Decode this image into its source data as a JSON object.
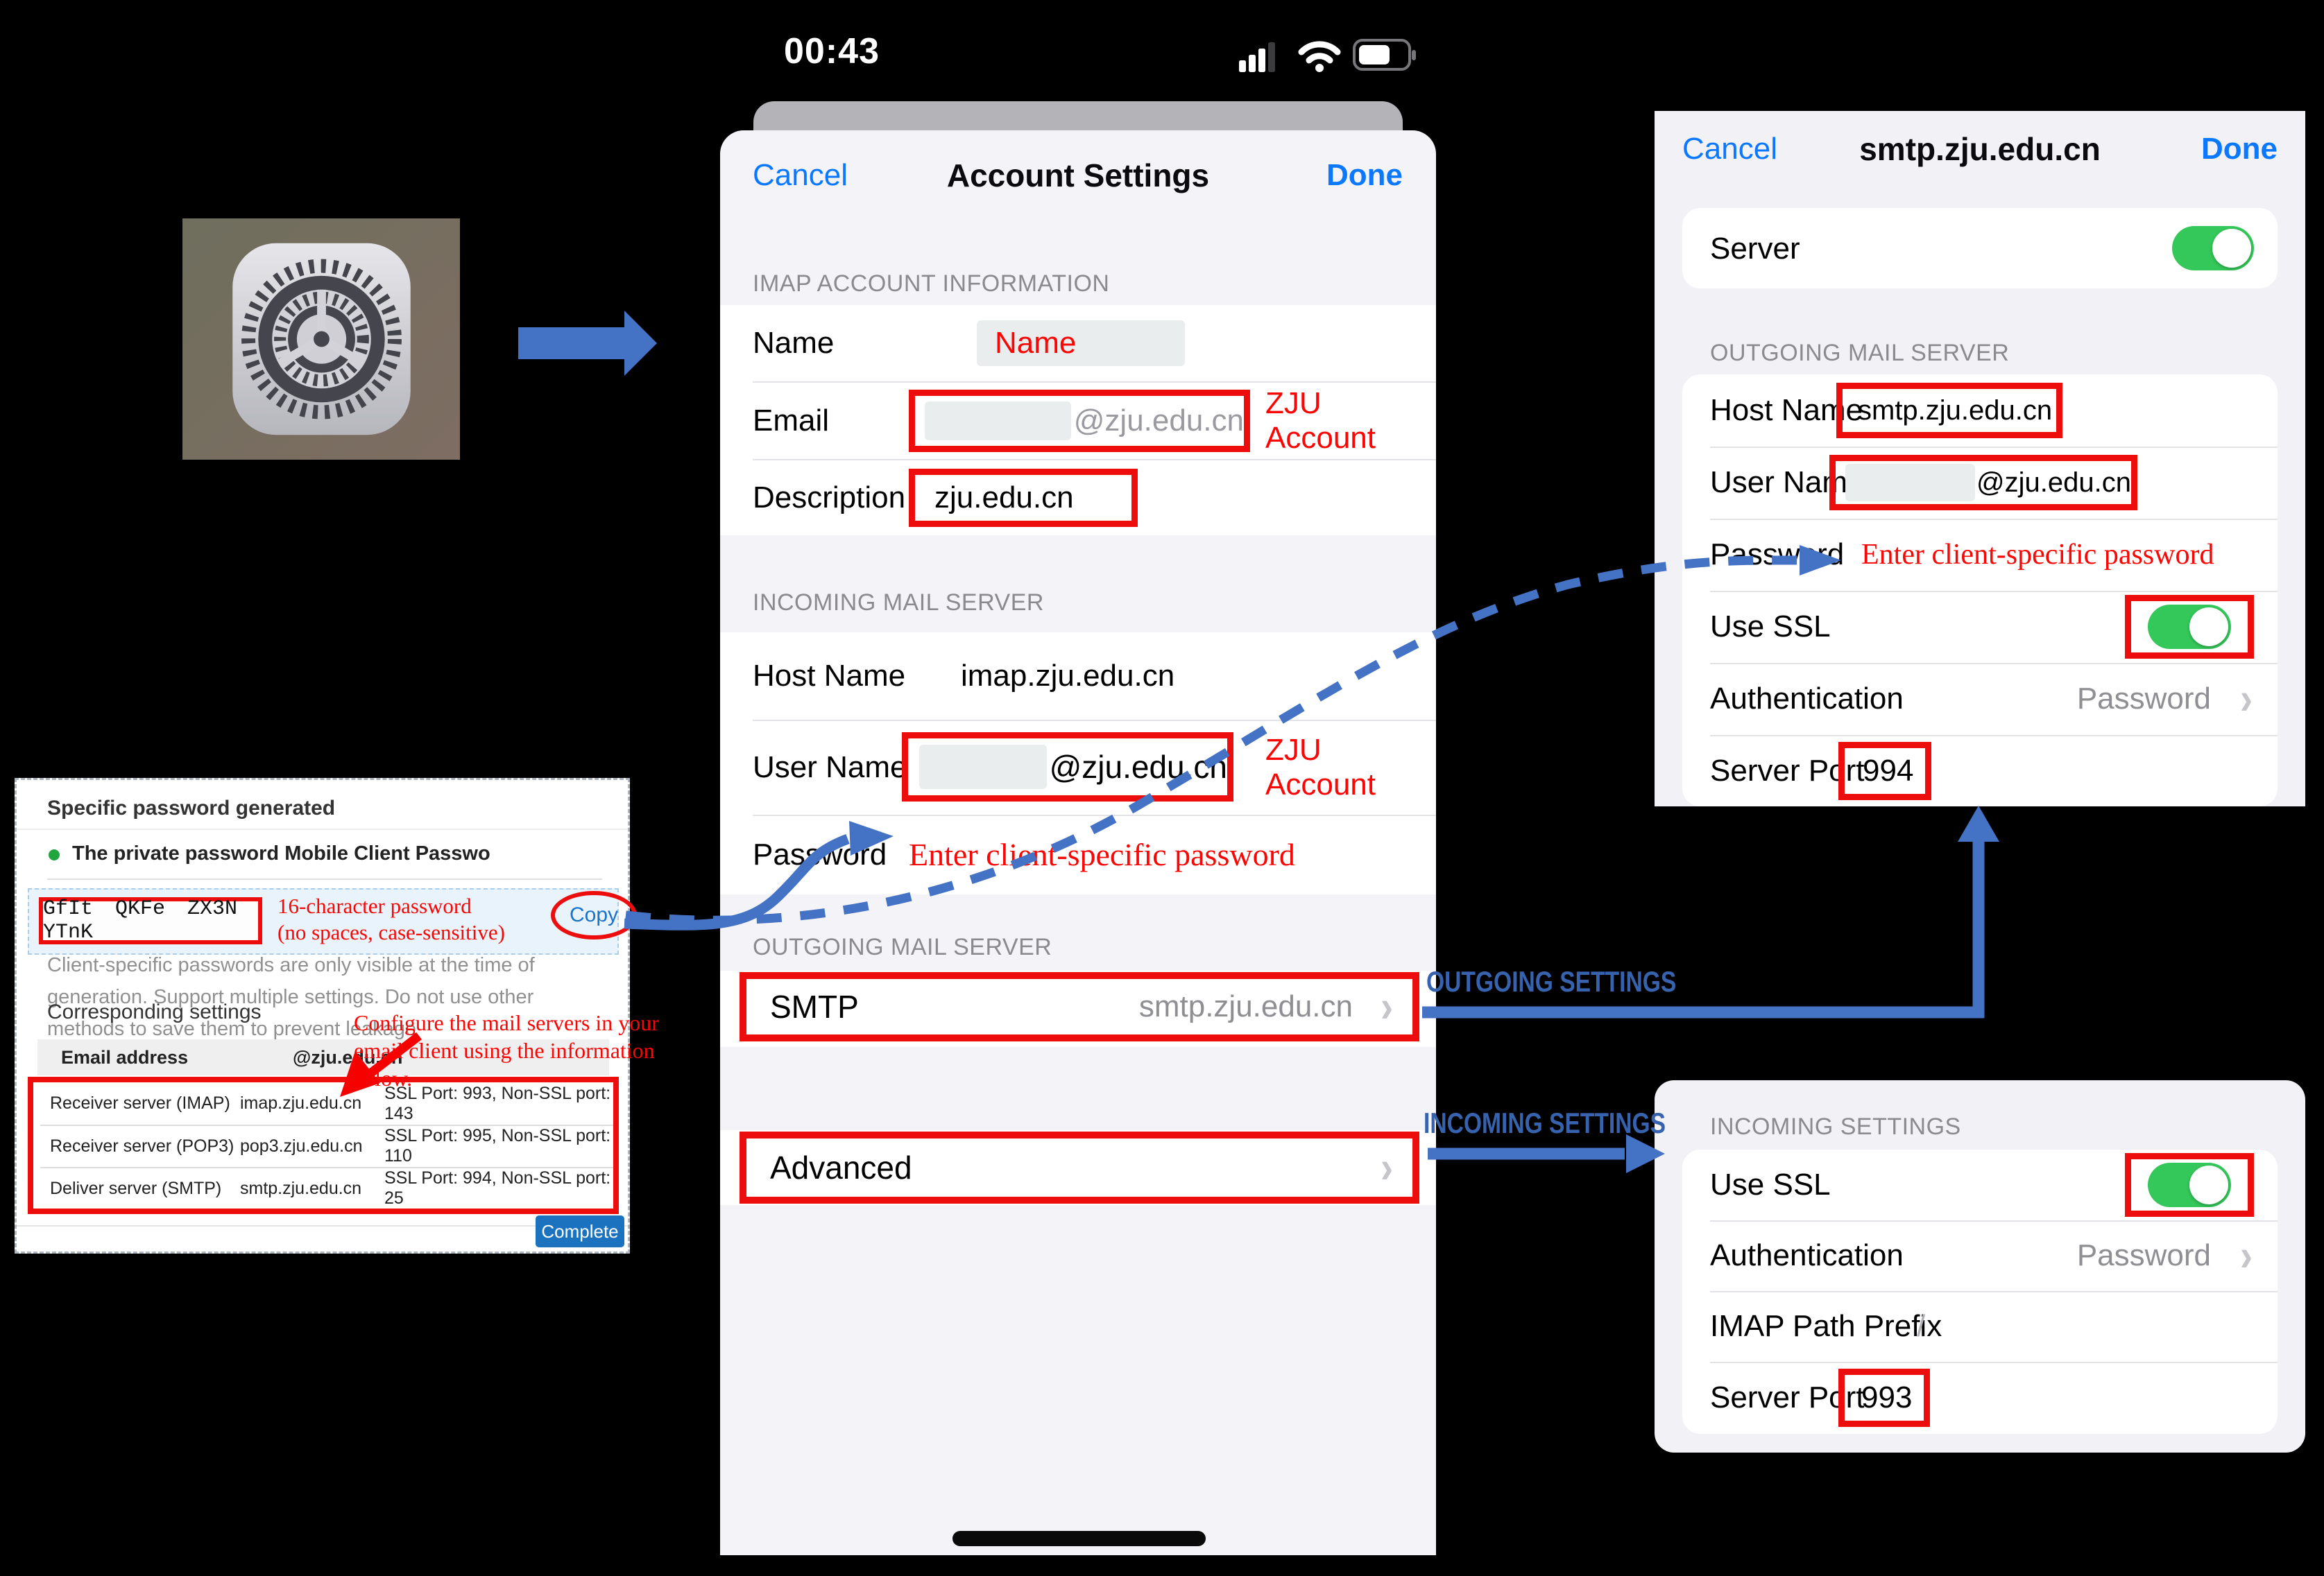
{
  "colors": {
    "accent_blue": "#0b79ff",
    "annotation_red": "#fb0505",
    "arrow_blue": "#4472c4",
    "toggle_green": "#34c759",
    "link_blue": "#1a73c8",
    "button_blue": "#1b72bf"
  },
  "status_bar": {
    "time": "00:43"
  },
  "center_sheet": {
    "cancel": "Cancel",
    "title": "Account Settings",
    "done": "Done",
    "section1_header": "IMAP ACCOUNT INFORMATION",
    "name_label": "Name",
    "name_value": "Name",
    "email_label": "Email",
    "email_suffix": "@zju.edu.cn",
    "email_note": "ZJU Account",
    "desc_label": "Description",
    "desc_value": "zju.edu.cn",
    "section2_header": "INCOMING MAIL SERVER",
    "host_label": "Host Name",
    "host_value": "imap.zju.edu.cn",
    "user_label": "User Name",
    "user_suffix": "@zju.edu.cn",
    "user_note": "ZJU Account",
    "password_label": "Password",
    "password_note": "Enter client-specific password",
    "section3_header": "OUTGOING MAIL SERVER",
    "smtp_label": "SMTP",
    "smtp_value": "smtp.zju.edu.cn",
    "advanced_label": "Advanced"
  },
  "right_panel": {
    "cancel": "Cancel",
    "title": "smtp.zju.edu.cn",
    "done": "Done",
    "server_label": "Server",
    "section_header": "OUTGOING MAIL SERVER",
    "host_label": "Host Name",
    "host_value": "smtp.zju.edu.cn",
    "user_label": "User Name",
    "user_suffix": "@zju.edu.cn",
    "password_label": "Password",
    "password_note": "Enter client-specific password",
    "ssl_label": "Use SSL",
    "auth_label": "Authentication",
    "auth_value": "Password",
    "port_label": "Server Port",
    "port_value": "994"
  },
  "incoming_panel": {
    "section_header": "INCOMING SETTINGS",
    "ssl_label": "Use SSL",
    "auth_label": "Authentication",
    "auth_value": "Password",
    "imap_label": "IMAP Path Prefix",
    "imap_value": "/",
    "port_label": "Server Port",
    "port_value": "993"
  },
  "dialog": {
    "title": "Specific password generated",
    "bullet_text": "The private password Mobile Client Passwo",
    "password": "GfIt QKFe ZX3N YTnK",
    "copy_label": "Copy",
    "password_note_line1": "16-character password",
    "password_note_line2": "(no spaces, case-sensitive)",
    "paragraph": "Client-specific passwords are only visible at the time of generation. Support multiple settings. Do not use other methods to save them to prevent leakage",
    "subheading": "Corresponding settings",
    "table_header_label": "Email address",
    "table_header_value": "@zju.edu.cn",
    "table": [
      {
        "name": "Receiver server (IMAP)",
        "host": "imap.zju.edu.cn",
        "ports": "SSL Port: 993, Non-SSL port: 143"
      },
      {
        "name": "Receiver server (POP3)",
        "host": "pop3.zju.edu.cn",
        "ports": "SSL Port: 995, Non-SSL port: 110"
      },
      {
        "name": "Deliver server (SMTP)",
        "host": "smtp.zju.edu.cn",
        "ports": "SSL Port: 994, Non-SSL port: 25"
      }
    ],
    "complete_label": "Complete",
    "annotation": "Configure the mail servers in your email client using the information below."
  },
  "labels": {
    "outgoing_settings": "OUTGOING SETTINGS",
    "incoming_settings": "INCOMING SETTINGS"
  }
}
